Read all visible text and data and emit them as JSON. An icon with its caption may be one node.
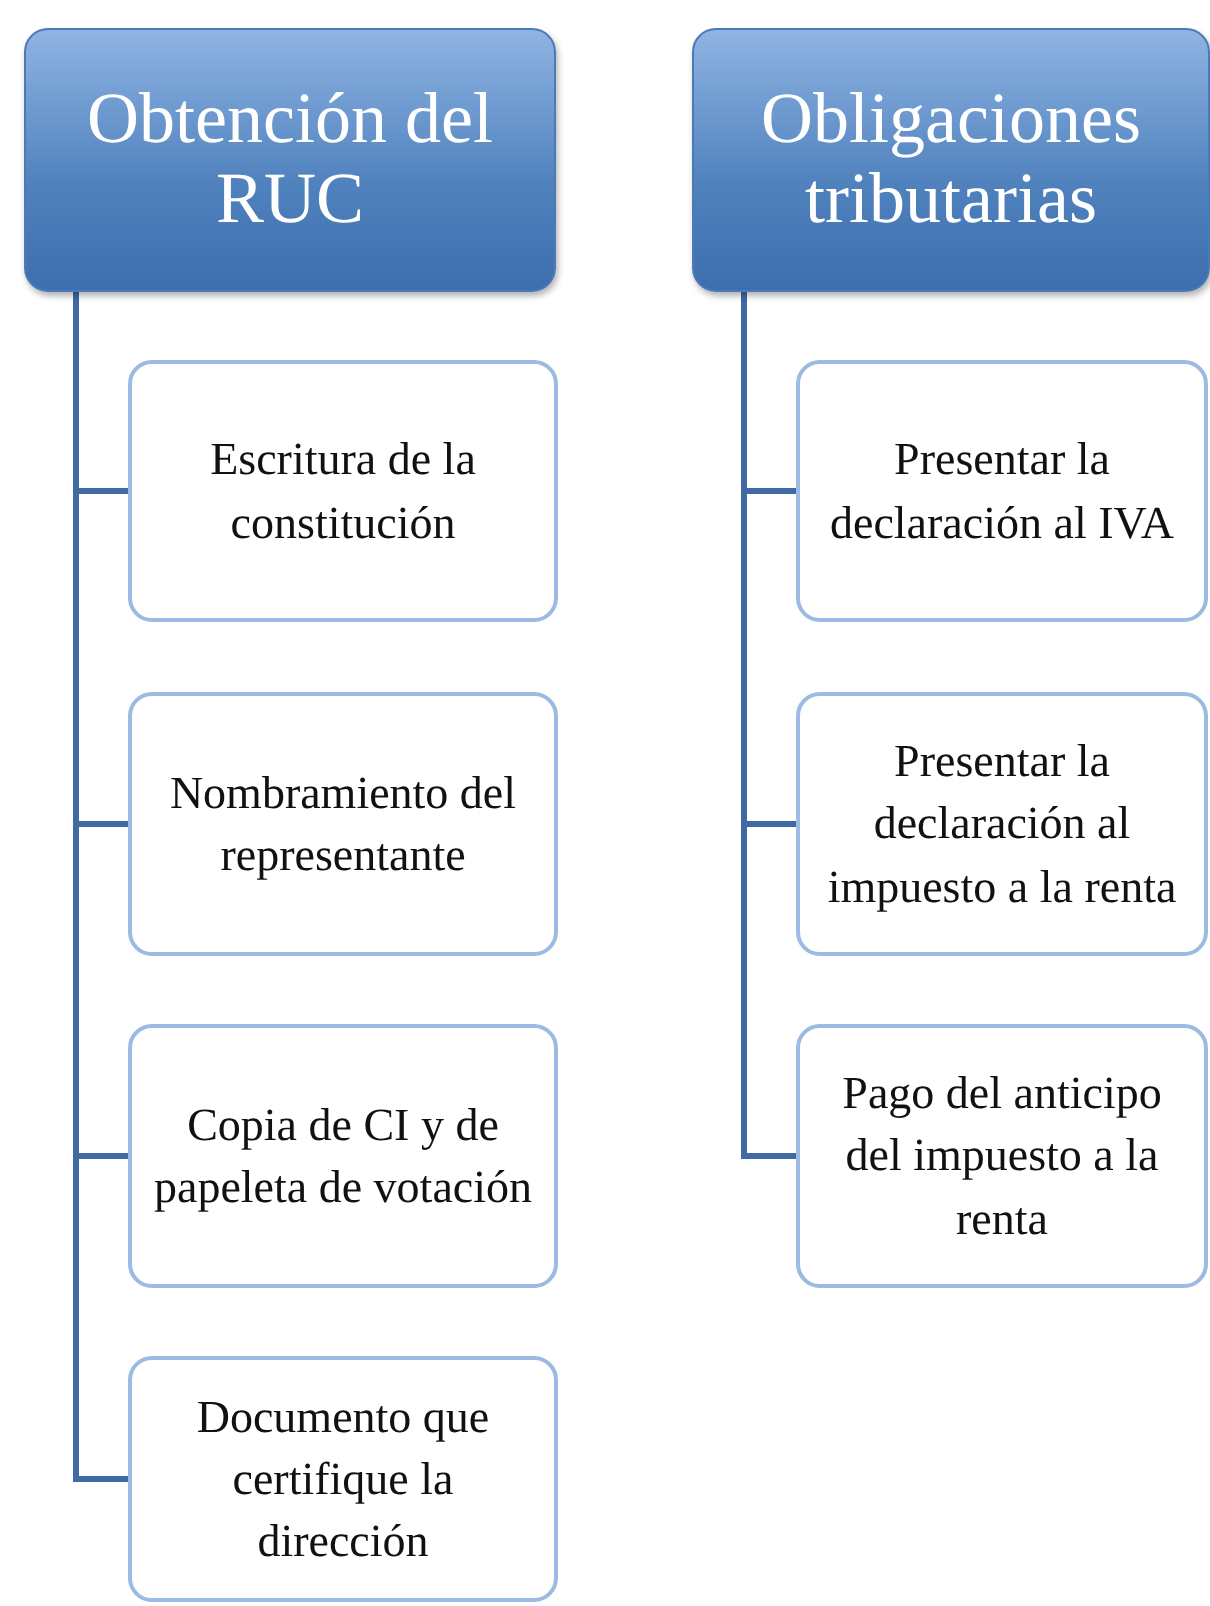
{
  "diagram": {
    "nodes": [
      {
        "text": [
          "Obtención del RUC"
        ]
      },
      {
        "text": [
          "Escritura de la constitución"
        ]
      },
      {
        "text": [
          "Nombramiento del representante"
        ]
      },
      {
        "text": [
          "Copia de CI y de papeleta de votación"
        ]
      },
      {
        "text": [
          "Documento que certifique la dirección"
        ]
      },
      {
        "text": [
          "Obligaciones tributarias"
        ]
      },
      {
        "text": [
          "Presentar la declaración al IVA"
        ]
      },
      {
        "text": [
          "Presentar la declaración al impuesto a la renta"
        ]
      },
      {
        "text": [
          "Pago del anticipo del impuesto a la renta"
        ]
      }
    ],
    "edges": [
      {
        "from": 0,
        "to": 1,
        "arrow": "none"
      },
      {
        "from": 0,
        "to": 2,
        "arrow": "none"
      },
      {
        "from": 0,
        "to": 3,
        "arrow": "none"
      },
      {
        "from": 0,
        "to": 4,
        "arrow": "none"
      },
      {
        "from": 5,
        "to": 6,
        "arrow": "none"
      },
      {
        "from": 5,
        "to": 7,
        "arrow": "none"
      },
      {
        "from": 5,
        "to": 8,
        "arrow": "none"
      }
    ]
  }
}
